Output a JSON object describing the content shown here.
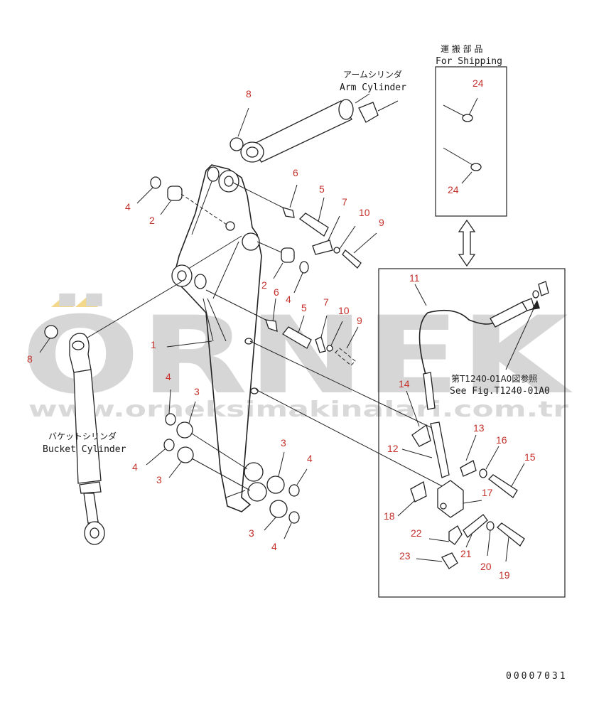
{
  "watermark": {
    "brand": "ÖRNEK",
    "url": "www.orneksimakinalari.com.tr",
    "accent_color": "#f3d78a",
    "text_color": "#d6d6d6"
  },
  "labels": {
    "arm_cylinder_jp": "アームシリンダ",
    "arm_cylinder_en": "Arm Cylinder",
    "bucket_cylinder_jp": "バケットシリンダ",
    "bucket_cylinder_en": "Bucket Cylinder",
    "shipping_jp": "運 搬 部 品",
    "shipping_en": "For Shipping",
    "see_fig_jp": "第T1240-01A0図参照",
    "see_fig_en": "See Fig.T1240-01A0",
    "drawing_number": "00007031"
  },
  "callouts": {
    "c1": "1",
    "c2a": "2",
    "c2b": "2",
    "c3a": "3",
    "c3b": "3",
    "c3c": "3",
    "c3d": "3",
    "c4a": "4",
    "c4b": "4",
    "c4c": "4",
    "c4d": "4",
    "c4e": "4",
    "c4f": "4",
    "c5a": "5",
    "c5b": "5",
    "c6a": "6",
    "c6b": "6",
    "c7a": "7",
    "c7b": "7",
    "c8a": "8",
    "c8b": "8",
    "c9a": "9",
    "c9b": "9",
    "c10a": "10",
    "c10b": "10",
    "c11": "11",
    "c12": "12",
    "c13": "13",
    "c14": "14",
    "c15": "15",
    "c16": "16",
    "c17": "17",
    "c18": "18",
    "c19": "19",
    "c20": "20",
    "c21": "21",
    "c22": "22",
    "c23": "23",
    "c24a": "24",
    "c24b": "24"
  },
  "colors": {
    "callout": "#c4302b",
    "line": "#222222"
  }
}
